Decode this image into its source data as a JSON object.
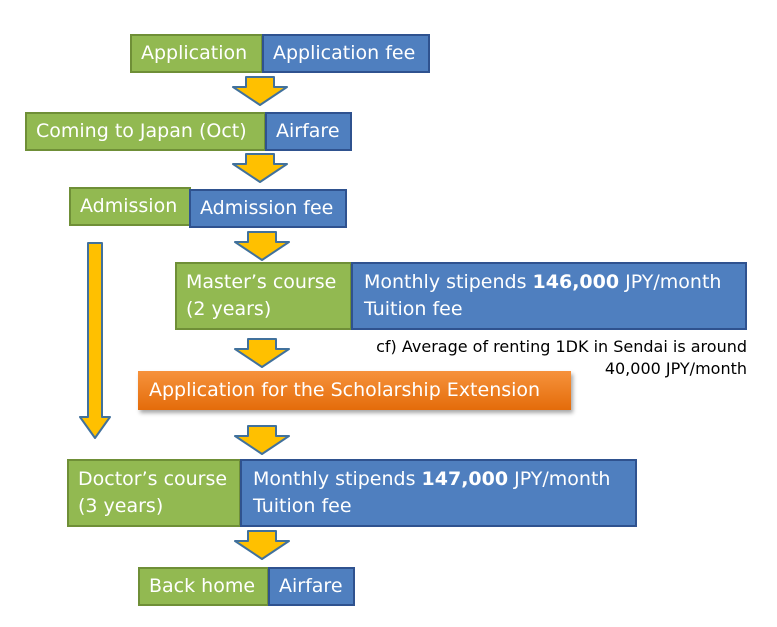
{
  "steps": {
    "application": {
      "label": "Application",
      "cost": "Application fee"
    },
    "coming": {
      "label": "Coming to Japan (Oct)",
      "cost": "Airfare"
    },
    "admission": {
      "label": "Admission",
      "cost": "Admission fee"
    },
    "master": {
      "label_line1": "Master’s course",
      "label_line2": "(2 years)",
      "stipend_prefix": "Monthly stipends ",
      "stipend_amount": "146,000",
      "stipend_suffix": " JPY/month",
      "tuition": "Tuition fee"
    },
    "scholarship_extension": "Application for the Scholarship Extension",
    "doctor": {
      "label_line1": "Doctor’s course",
      "label_line2": "(3 years)",
      "stipend_prefix": "Monthly stipends ",
      "stipend_amount": "147,000",
      "stipend_suffix": " JPY/month",
      "tuition": "Tuition fee"
    },
    "back_home": {
      "label": "Back home",
      "cost": "Airfare"
    }
  },
  "note": {
    "line1": "cf) Average of renting 1DK in Sendai is around",
    "line2": "40,000 JPY/month"
  },
  "colors": {
    "step_green": "#92b951",
    "cost_blue": "#4f7fbf",
    "highlight_orange": "#f47f24",
    "arrow_yellow": "#ffc000",
    "arrow_outline": "#41719c"
  }
}
